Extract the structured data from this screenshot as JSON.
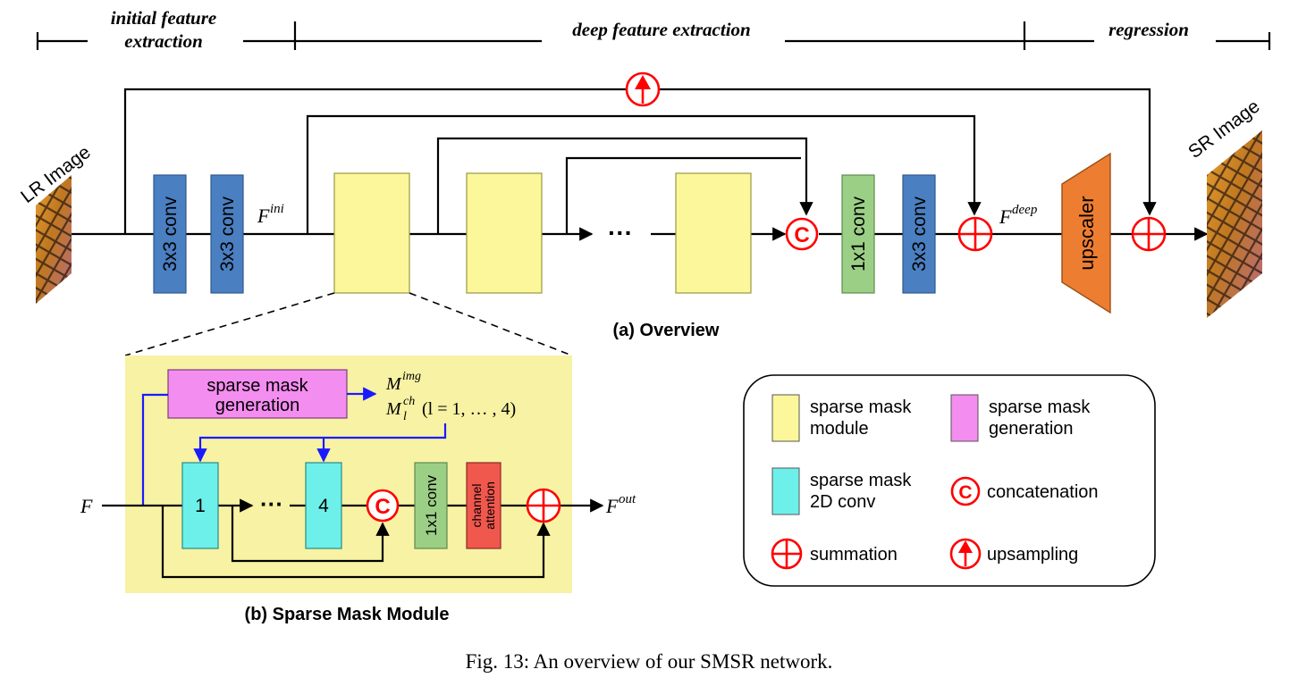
{
  "stages": {
    "initial_line1": "initial feature",
    "initial_line2": "extraction",
    "deep": "deep feature extraction",
    "regression": "regression"
  },
  "overview": {
    "lr_image": "LR Image",
    "sr_image": "SR Image",
    "conv_a": "3x3 conv",
    "conv_b": "3x3 conv",
    "f_ini_base": "F",
    "f_ini_sup": "ini",
    "ellipsis": "···",
    "conv_1x1": "1x1 conv",
    "conv_c": "3x3 conv",
    "f_deep_base": "F",
    "f_deep_sup": "deep",
    "upscaler": "upscaler",
    "concat_symbol": "C",
    "caption": "(a) Overview"
  },
  "module": {
    "sparse_mask_line1": "sparse mask",
    "sparse_mask_line2": "generation",
    "m_img_base": "M",
    "m_img_sup": "img",
    "m_ch_base": "M",
    "m_ch_sub": "l",
    "m_ch_sup": "ch",
    "m_ch_range": "(l = 1, … , 4)",
    "input_f": "F",
    "block1": "1",
    "ellipsis": "···",
    "block4": "4",
    "concat_symbol": "C",
    "conv_1x1": "1x1 conv",
    "channel_line1": "channel",
    "channel_line2": "attention",
    "f_out_base": "F",
    "f_out_sup": "out",
    "caption": "(b) Sparse Mask Module"
  },
  "legend": {
    "sparse_mask_module_line1": "sparse mask",
    "sparse_mask_module_line2": "module",
    "sparse_mask_generation_line1": "sparse mask",
    "sparse_mask_generation_line2": "generation",
    "sparse_mask_conv_line1": "sparse mask",
    "sparse_mask_conv_line2": "2D conv",
    "concat_symbol": "C",
    "concatenation": "concatenation",
    "summation": "summation",
    "upsampling": "upsampling"
  },
  "figure_caption": "Fig. 13: An overview of our SMSR network.",
  "colors": {
    "conv_blue": "#4a7fc1",
    "conv_green": "#9ccf86",
    "sparse_yellow": "#fbf79a",
    "module_bg": "#f7f2a4",
    "mask_pink": "#f48df0",
    "sparse_cyan": "#6df0ea",
    "channel_red": "#f0574d",
    "upscaler_orange": "#ed7d31",
    "operator_red": "#ff0000",
    "mask_arrow_blue": "#1a1aff"
  }
}
